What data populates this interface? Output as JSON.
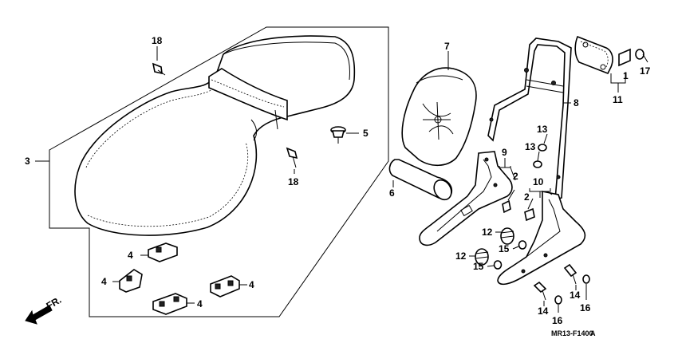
{
  "callouts": {
    "c1": "1",
    "c2a": "2",
    "c2b": "2",
    "c3": "3",
    "c4a": "4",
    "c4b": "4",
    "c4c": "4",
    "c4d": "4",
    "c5": "5",
    "c6": "6",
    "c7": "7",
    "c8": "8",
    "c9": "9",
    "c10": "10",
    "c11": "11",
    "c12a": "12",
    "c12b": "12",
    "c13a": "13",
    "c13b": "13",
    "c14a": "14",
    "c14b": "14",
    "c15a": "15",
    "c15b": "15",
    "c16a": "16",
    "c16b": "16",
    "c17": "17",
    "c18a": "18",
    "c18b": "18"
  },
  "direction_label": "FR.",
  "diagram_code": "MR13-F1400",
  "diagram_revision": "A"
}
